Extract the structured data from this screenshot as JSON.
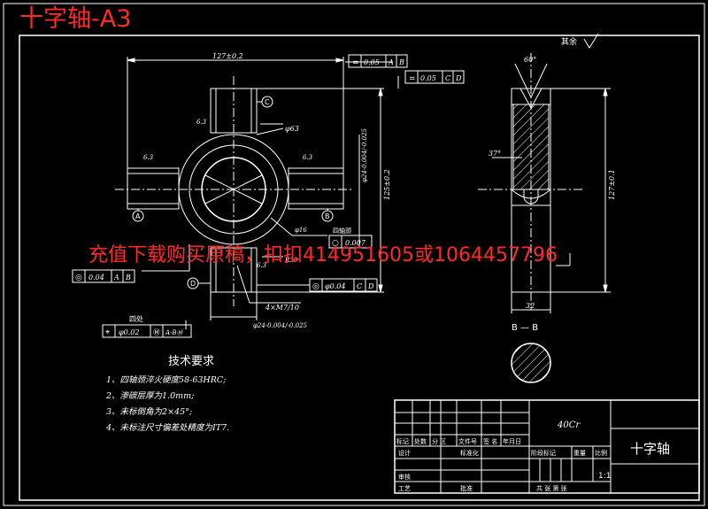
{
  "doc_title": "十字轴-A3",
  "watermark": "充值下载购买原稿，扣扣414951605或1064457796",
  "roughness_note": "其余",
  "dims": {
    "overall_length": "127±0.2",
    "angle_top": "60°",
    "angle_side": "37°",
    "height_right": "127±0.1",
    "height_left": "125±0.2",
    "width_bottom": "32",
    "dia_center": "φ63",
    "dia_small": "φ16",
    "dia_r30": "R30",
    "thread": "4×M7/10",
    "shaft_dia_top": "φ24-0.004/-0.025",
    "shaft_dia_bottom": "φ24-0.004/-0.025",
    "rough_1": "6.3",
    "rough_2": "6.3",
    "rough_3": "6.3",
    "rough_4": "6.3"
  },
  "tolerances": {
    "fc1": [
      "=",
      "0.05",
      "A",
      "B"
    ],
    "fc2": [
      "=",
      "0.05",
      "C",
      "D"
    ],
    "fc3": [
      "◎",
      "0.04",
      "A",
      "B"
    ],
    "fc4": [
      "◎",
      "φ0.04",
      "C",
      "D"
    ],
    "fc5": [
      "⌖",
      "φ0.02",
      "Ⓜ",
      "A-BⓂ"
    ],
    "fc6": [
      "○",
      "0.007"
    ],
    "fc5_label": "四处",
    "fc6_label": "四轴颈"
  },
  "datums": [
    "A",
    "B",
    "C",
    "D"
  ],
  "section_label": "B — B",
  "tech": {
    "title": "技术要求",
    "items": [
      "1、四轴颈淬火硬度58-63HRC;",
      "2、渗碳层厚为1.0mm;",
      "3、未标倒角为2×45°;",
      "4、未标注尺寸偏差处精度为IT7."
    ]
  },
  "title_block": {
    "material": "40Cr",
    "part_name": "十字轴",
    "scale": "1:1",
    "headers": [
      "标记",
      "处数",
      "分 区",
      "文件号",
      "签 名",
      "年月日"
    ],
    "row_design": [
      "设计",
      "标准化"
    ],
    "col_labels": [
      "阶段标记",
      "重量",
      "比例"
    ],
    "row_review": "审核",
    "row_process": [
      "工艺",
      "批准"
    ],
    "sheets": "共    张 第    张"
  }
}
